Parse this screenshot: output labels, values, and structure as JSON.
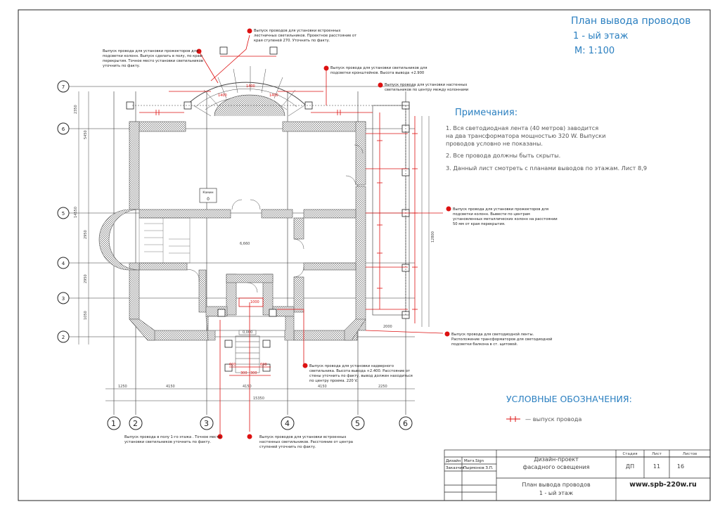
{
  "header": {
    "title": "План вывода проводов",
    "floor": "1 - ый этаж",
    "scale": "М: 1:100"
  },
  "notes": {
    "heading": "Примечания:",
    "items": [
      "1. Вся светодиодная лента (40 метров) заводится",
      "на два трансформатора мощностью 320 W. Выпуски",
      "проводов условно не показаны.",
      "2. Все провода должны быть скрыты.",
      "3. Данный лист смотреть с планами выводов по этажам. Лист 8,9"
    ]
  },
  "legend": {
    "heading": "УСЛОВНЫЕ ОБОЗНАЧЕНИЯ:",
    "item": "— выпуск провода"
  },
  "callouts": {
    "a": [
      "Выпуск проводов для установки встроенных",
      "лестничных светильников. Проектное расстояние от",
      "края ступеней 270. Уточнить по факту."
    ],
    "b": [
      "Выпуск провода для установки прожекторов для",
      "подсветки колонн. Выпуск сделать в полу, по краю",
      "перекрытия. Точное место установки светильников",
      "уточнить по факту."
    ],
    "c": [
      "Выпуск провода для установки светильников для",
      "подсветки кронштейнов. Высота вывода +2.900"
    ],
    "d": [
      "Выпуск провода для установки настенных",
      "светильников по центру между колоннами"
    ],
    "e": [
      "Выпуск провода для установки прожекторов для",
      "подсветки колонн. Вывести по центрам",
      "установленных металлических колонн на расстоянии",
      "50 мм от края перекрытия."
    ],
    "f": [
      "Выпуск провода для светодиодной ленты.",
      "Расположение трансформаторов для светодиодной",
      "подсветки балкона в ст. щитовой."
    ],
    "g": [
      "Выпуск провода для установки надверного",
      "светильника. Высота вывода +2.400. Расстояние от",
      "стены уточнить по факту, вывод должен находиться",
      "по центру проема. 220 V."
    ],
    "h": [
      "Выпуск провода в полу 1-го этажа . Точное место",
      "установки светильников уточнить по факту."
    ],
    "i": [
      "Выпуск проводов для установки встроенных",
      "настенных светильников. Расстояние от центра",
      "ступеней уточнить по факту."
    ]
  },
  "axes": {
    "cols": [
      "1",
      "2",
      "3",
      "4",
      "5",
      "6"
    ],
    "rows": [
      "7",
      "6",
      "5",
      "4",
      "3",
      "2"
    ]
  },
  "dims": {
    "bottom": [
      "1250",
      "4150",
      "4150",
      "4150",
      "2250"
    ],
    "overall": "15350",
    "left": [
      "2350",
      "5450",
      "2950",
      "2950",
      "1050"
    ],
    "left_overall": "14550",
    "right_overall": "12800",
    "top": [
      "1400",
      "1400",
      "1400"
    ],
    "steps": [
      "600",
      "300",
      "300",
      "600"
    ],
    "misc": [
      "1000",
      "2000",
      "6,660",
      "0,000"
    ]
  },
  "room": {
    "name": "Камин",
    "value": "0"
  },
  "stamp": {
    "rows": [
      [
        "Дизайн",
        "Матэ.Sign"
      ],
      [
        "Заказчик",
        "Пырмонов З.П."
      ]
    ],
    "project": [
      "Дизайн-проект",
      "фасадного освещения"
    ],
    "col_heads": [
      "Стадия",
      "Лист",
      "Листов"
    ],
    "col_vals": [
      "ДП",
      "11",
      "16"
    ],
    "sheet_title": [
      "План вывода проводов",
      "1 - ый этаж"
    ],
    "website": "www.spb-220w.ru"
  },
  "colors": {
    "accent": "#2a7fc0",
    "marker": "#d11111",
    "wall": "#9a9a9a",
    "line": "#222222"
  }
}
